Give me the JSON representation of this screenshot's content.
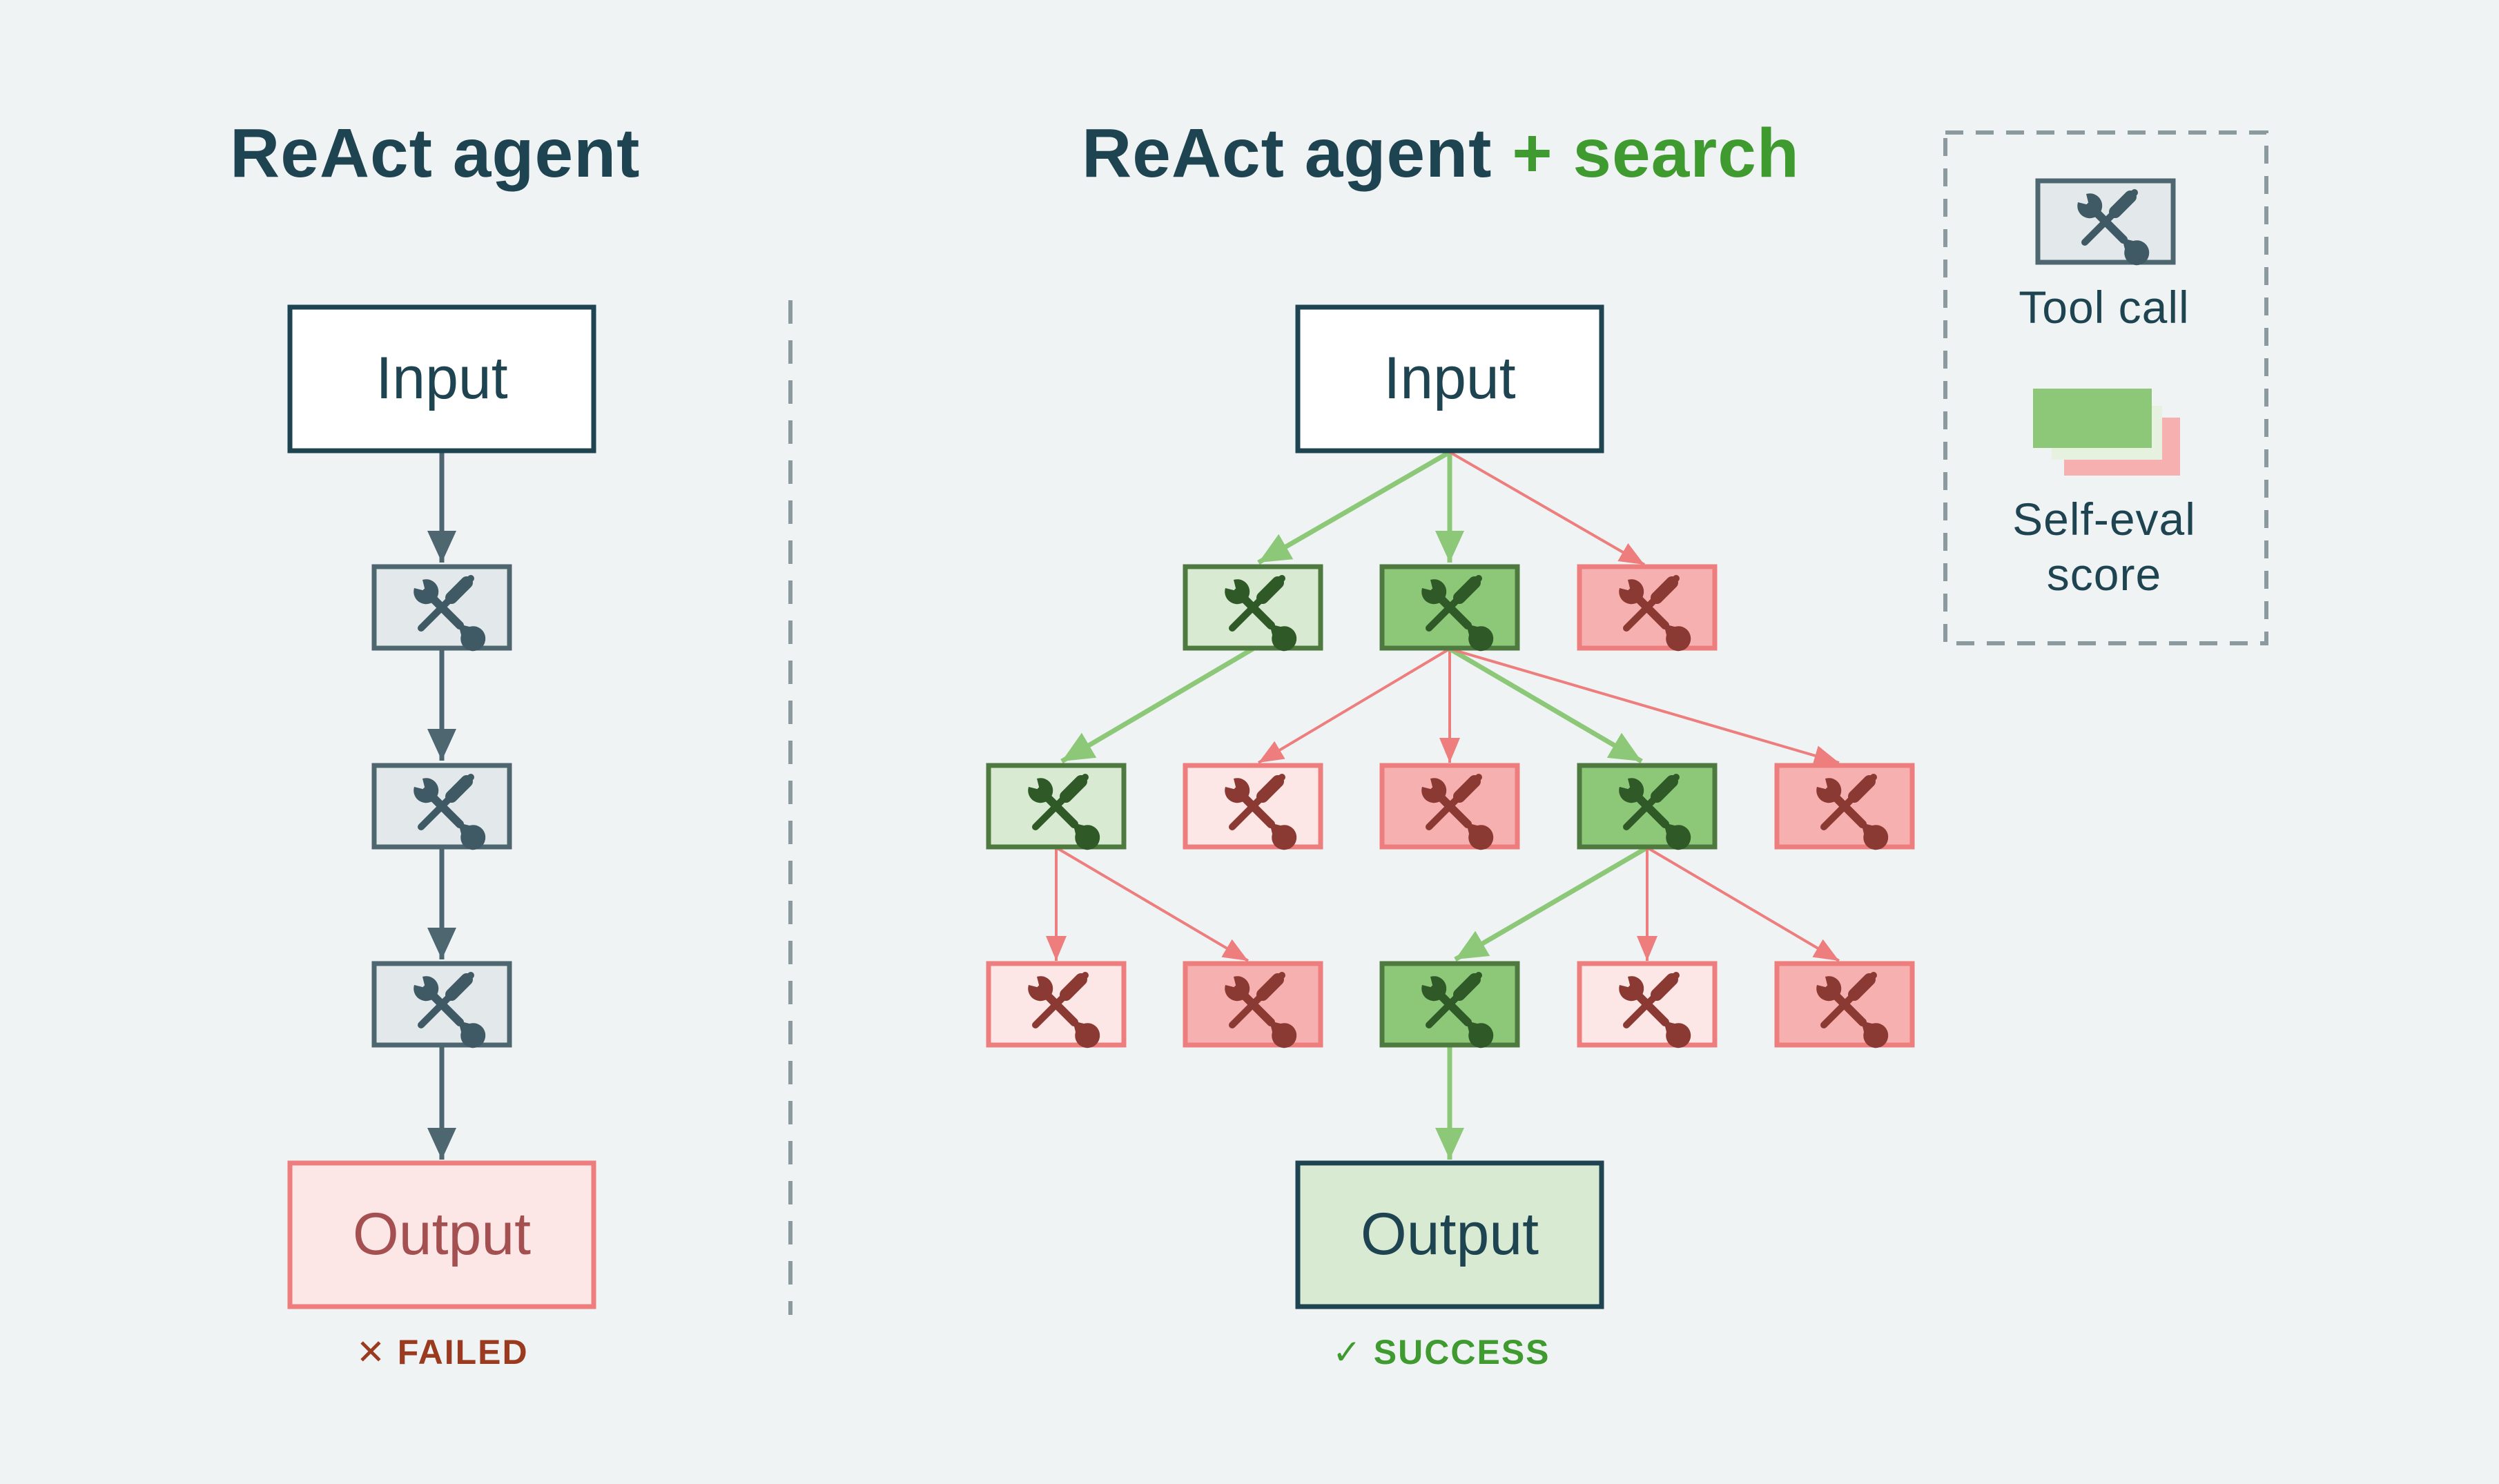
{
  "left_panel": {
    "title": "ReAct agent",
    "input_label": "Input",
    "output_label": "Output",
    "status_label": "FAILED",
    "status_icon": "x-icon"
  },
  "right_panel": {
    "title_main": "ReAct agent",
    "title_accent": "+ search",
    "input_label": "Input",
    "output_label": "Output",
    "status_label": "SUCCESS",
    "status_icon": "checkmark-icon"
  },
  "legend": {
    "tool_call_label": "Tool call",
    "self_eval_label_line1": "Self-eval",
    "self_eval_label_line2": "score",
    "tool_icon": "wrench-screwdriver-icon"
  },
  "colors": {
    "background": "#eff3f4",
    "dark": "#1f4451",
    "neutral_fill": "#e3e9ea",
    "neutral_stroke": "#4e6670",
    "green_strong_fill": "#8cc878",
    "green_light_fill": "#d8ebd2",
    "green_stroke": "#4e7a3f",
    "green_arrow": "#8cc878",
    "red_strong_fill": "#f6b0b0",
    "red_light_fill": "#fce6e6",
    "red_stroke": "#ee7e7e",
    "failed_text": "#9a3a1f",
    "success_text": "#3f9a30",
    "output_failed_text": "#a55050"
  },
  "tree": {
    "node_tones": {
      "L1": [
        "green-light",
        "green-strong",
        "red-strong"
      ],
      "L2": [
        "green-light",
        "red-light",
        "red-strong",
        "green-strong",
        "red-strong"
      ],
      "L3": [
        "red-light",
        "red-strong",
        "green-strong",
        "red-light",
        "red-strong"
      ]
    },
    "success_path": [
      "input",
      "L1.1",
      "L2.3",
      "L3.2",
      "output"
    ]
  }
}
